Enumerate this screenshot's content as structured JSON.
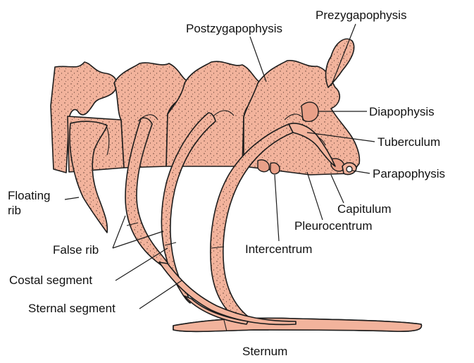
{
  "labels": {
    "prezygapophysis": "Prezygapophysis",
    "postzygapophysis": "Postzygapophysis",
    "diapophysis": "Diapophysis",
    "tuberculum": "Tuberculum",
    "parapophysis": "Parapophysis",
    "floating_rib_line1": "Floating",
    "floating_rib_line2": "rib",
    "capitulum": "Capitulum",
    "pleurocentrum": "Pleurocentrum",
    "intercentrum": "Intercentrum",
    "false_rib": "False rib",
    "costal_segment": "Costal segment",
    "sternal_segment": "Sternal segment",
    "sternum": "Sternum"
  },
  "colors": {
    "bone": "#f2b39c",
    "outline": "#1c1c1c",
    "background": "#ffffff"
  }
}
